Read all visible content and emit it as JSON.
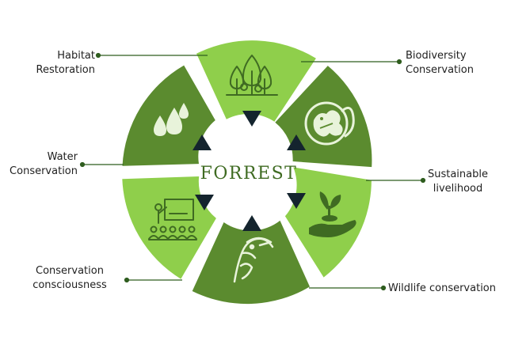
{
  "center_title": "FORREST",
  "colors": {
    "dark_green": "#5b8b2f",
    "light_green": "#8fcf4b",
    "connector": "#2f5d1f",
    "arrow": "#14242e",
    "icon_dark": "#3f6b22",
    "icon_light": "#e8f3da",
    "text": "#1f1f1f"
  },
  "segments": [
    {
      "name": "habitat-restoration",
      "label": "Habitat\nRestoration",
      "icon": "trees-icon"
    },
    {
      "name": "biodiversity-conservation",
      "label": "Biodiversity\nConservation",
      "icon": "wildlife-emblem-icon"
    },
    {
      "name": "sustainable-livelihood",
      "label": "Sustainable\nlivelihood",
      "icon": "plant-in-hand-icon"
    },
    {
      "name": "wildlife-conservation",
      "label": "Wildlife conservation",
      "icon": "hornbill-icon"
    },
    {
      "name": "conservation-consciousness",
      "label": "Conservation\nconsciousness",
      "icon": "classroom-icon"
    },
    {
      "name": "water-conservation",
      "label": "Water\nConservation",
      "icon": "water-drops-icon"
    }
  ]
}
